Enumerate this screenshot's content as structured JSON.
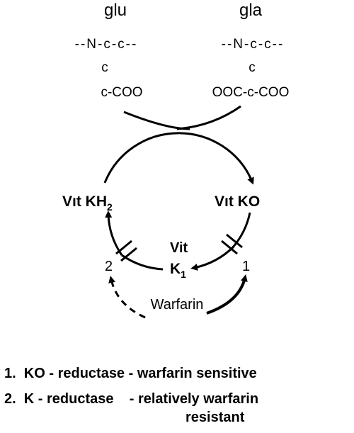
{
  "diagram": {
    "glu": {
      "title": "glu",
      "line1": "--N-c-c--",
      "line2": "c",
      "line3": "c-COO"
    },
    "gla": {
      "title": "gla",
      "line1": "--N-c-c--",
      "line2": "c",
      "line3": "OOC-c-COO"
    },
    "nodes": {
      "vit_kh2_prefix": "Vıt KH",
      "vit_kh2_sub": "2",
      "vit_ko": "Vıt KO",
      "vit_k1_top": "Vit",
      "vit_k1_main": "K",
      "vit_k1_sub": "1"
    },
    "markers": {
      "one": "1",
      "two": "2"
    },
    "warfarin": "Warfarin"
  },
  "legend": {
    "item1": "1.  KO - reductase - warfarin sensitive",
    "item2": "2.  K - reductase    - relatively warfarin",
    "item2_cont": "resistant"
  }
}
